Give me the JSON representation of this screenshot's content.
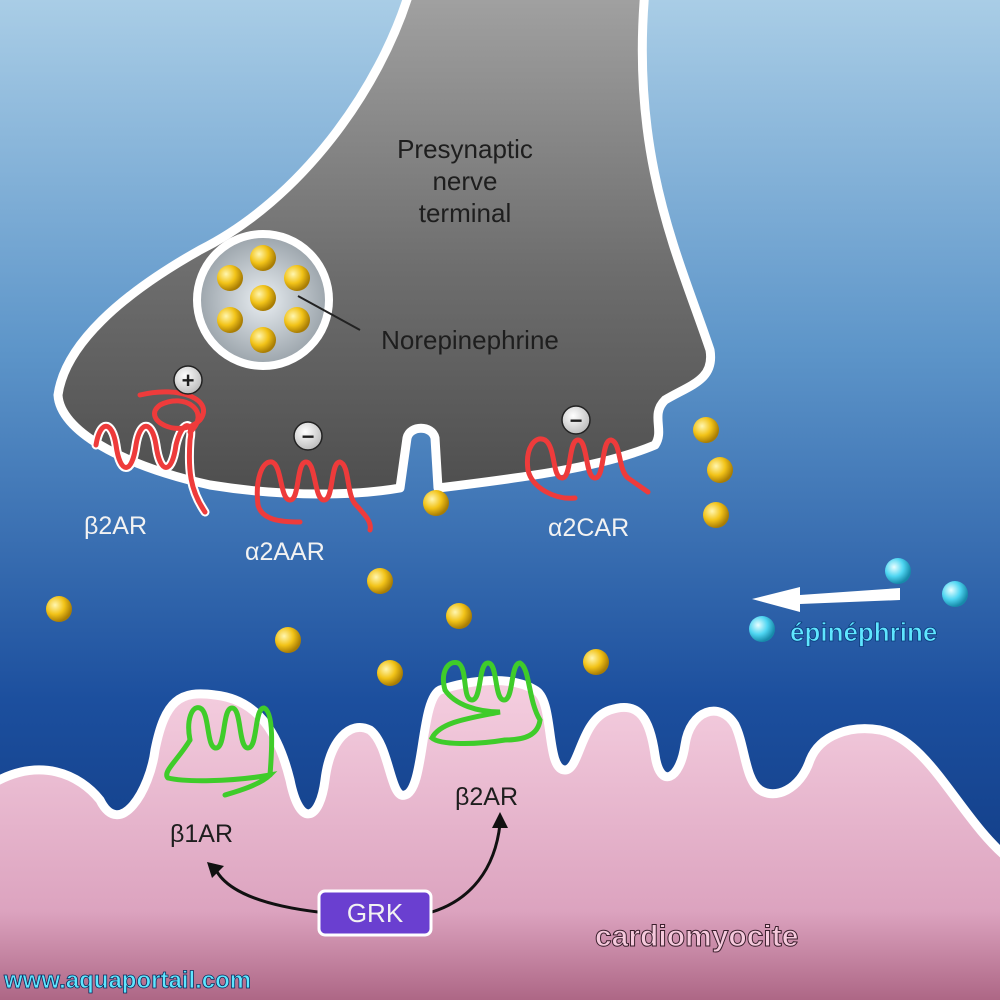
{
  "labels": {
    "presynaptic": [
      "Presynaptic",
      "nerve",
      "terminal"
    ],
    "vesicle": "Norepinephrine",
    "beta2_pre": "β2AR",
    "alpha2a": "α2AAR",
    "alpha2c": "α2CAR",
    "plus": "+",
    "minus_1": "−",
    "minus_2": "−",
    "epinephrine": "épinéphrine",
    "beta1": "β1AR",
    "beta2_post": "β2AR",
    "grk": "GRK",
    "cell": "cardiomyocite",
    "watermark": "www.aquaportail.com"
  },
  "colors": {
    "background_top": "#a9cde6",
    "background_bottom": "#0b3278",
    "terminal_fill": "#5e5e5e",
    "membrane": "#ffffff",
    "presynaptic_receptor": "#ee3b3b",
    "postsynaptic_receptor": "#3fcc2a",
    "norepinephrine_dot": "#f2c318",
    "epinephrine_dot": "#54d8f2",
    "epinephrine_text": "#5fe6ff",
    "grk_fill": "#6a3fd0",
    "cell_fill": "#f0bcd4"
  }
}
